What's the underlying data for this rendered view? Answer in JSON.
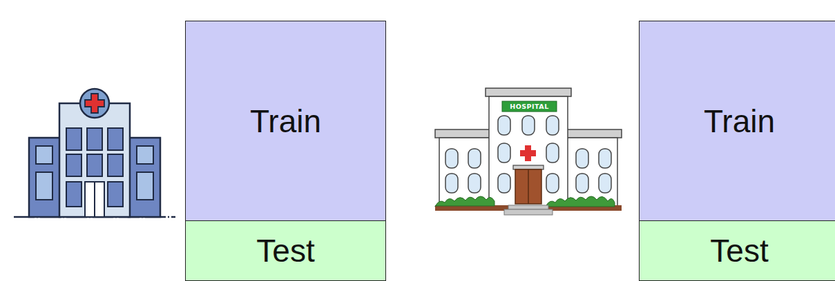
{
  "diagram": {
    "nodes": [
      {
        "text": [
          "Train"
        ]
      },
      {
        "text": [
          "Test"
        ]
      },
      {
        "text": [
          "Train"
        ]
      },
      {
        "text": [
          "Test"
        ]
      }
    ],
    "labels": [
      "HOSPITAL"
    ]
  }
}
